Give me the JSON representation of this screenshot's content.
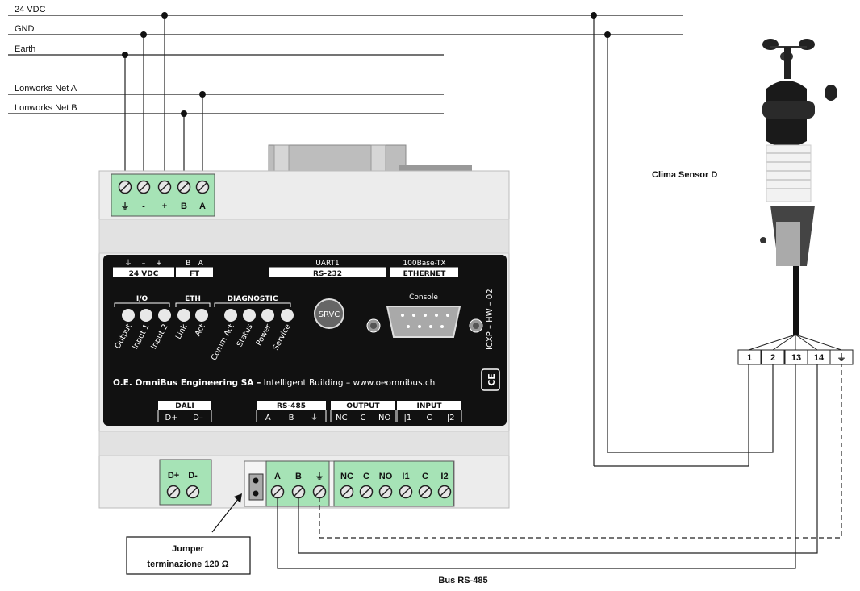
{
  "bus_labels": {
    "vdc24": "24 VDC",
    "gnd": "GND",
    "earth": "Earth",
    "net_a": "Lonworks Net A",
    "net_b": "Lonworks Net B"
  },
  "device": {
    "top_terminals": [
      "⏚",
      "-",
      "+",
      "B",
      "A"
    ],
    "power_header": {
      "symbols": [
        "⏚",
        "–",
        "+"
      ],
      "name": "24 VDC"
    },
    "ft_header": {
      "symbols": [
        "B",
        "A"
      ],
      "name": "FT"
    },
    "uart_header": {
      "top": "UART1",
      "name": "RS-232"
    },
    "eth_header": {
      "top": "100Base-TX",
      "name": "ETHERNET"
    },
    "led_groups": [
      "I/O",
      "ETH",
      "DIAGNOSTIC"
    ],
    "leds": [
      "Output",
      "Input 1",
      "Input 2",
      "Link",
      "Act",
      "Comm Act",
      "Status",
      "Power",
      "Service"
    ],
    "srvc_button": "SRVC",
    "console_label": "Console",
    "side_code": "ICXP – HW – 02",
    "ce_mark": "CE",
    "brand_bold": "O.E. OmniBus Engineering SA –",
    "brand_rest": " Intelligent Building  – www.oeomnibus.ch",
    "dali_header": {
      "name": "DALI",
      "pins": [
        "D+",
        "D–"
      ]
    },
    "rs485_header": {
      "name": "RS-485",
      "pins": [
        "A",
        "B"
      ]
    },
    "output_header": {
      "name": "OUTPUT",
      "pins": [
        "NC",
        "C",
        "NO"
      ]
    },
    "input_header": {
      "name": "INPUT",
      "pins": [
        "|1",
        "C",
        "|2"
      ]
    },
    "bottom_dali_terminals": [
      "D+",
      "D-"
    ],
    "bottom_rs485_terminals": [
      "A",
      "B",
      "⏚"
    ],
    "bottom_io_terminals": [
      "NC",
      "C",
      "NO",
      "I1",
      "C",
      "I2"
    ]
  },
  "sensor": {
    "name": "Clima Sensor D",
    "terminals": [
      "1",
      "2",
      "13",
      "14",
      "⏚"
    ]
  },
  "jumper_label": [
    "Jumper",
    "terminazione 120 Ω"
  ],
  "bus_rs485_label": "Bus RS-485",
  "colors": {
    "terminal_green": "#a6e3b6",
    "panel": "#111111",
    "housing": "#ececec"
  }
}
